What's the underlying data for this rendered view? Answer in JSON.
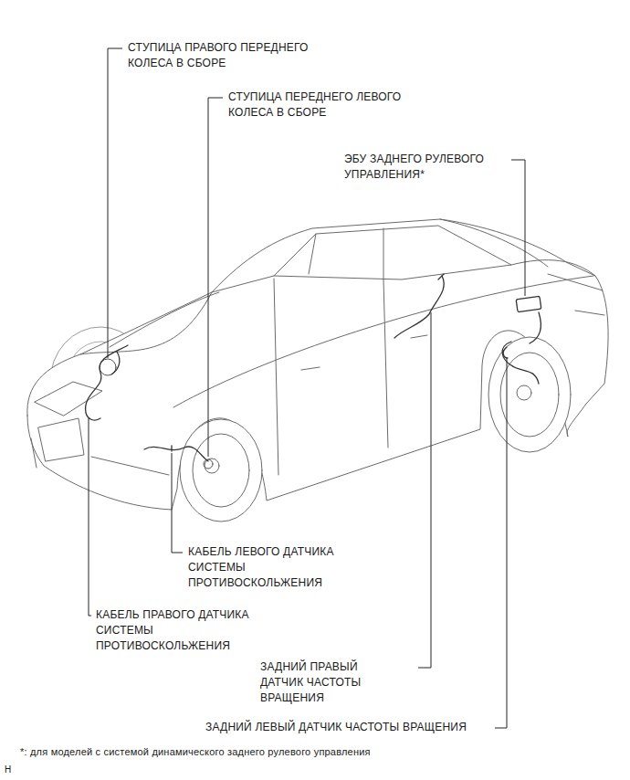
{
  "diagram": {
    "labels": [
      "СТУПИЦА ПРАВОГО ПЕРЕДНЕГО КОЛЕСА В СБОРЕ",
      "СТУПИЦА ПЕРЕДНЕГО ЛЕВОГО КОЛЕСА В СБОРЕ",
      "ЭБУ ЗАДНЕГО РУЛЕВОГО УПРАВЛЕНИЯ*",
      "КАБЕЛЬ ЛЕВОГО ДАТЧИКА СИСТЕМЫ ПРОТИВОСКОЛЬЖЕНИЯ",
      "КАБЕЛЬ ПРАВОГО ДАТЧИКА СИСТЕМЫ ПРОТИВОСКОЛЬЖЕНИЯ",
      "ЗАДНИЙ ПРАВЫЙ ДАТЧИК ЧАСТОТЫ ВРАЩЕНИЯ",
      "ЗАДНИЙ ЛЕВЫЙ ДАТЧИК ЧАСТОТЫ ВРАЩЕНИЯ",
      "*: для моделей с системой динамического заднего рулевого управления",
      "H"
    ]
  }
}
